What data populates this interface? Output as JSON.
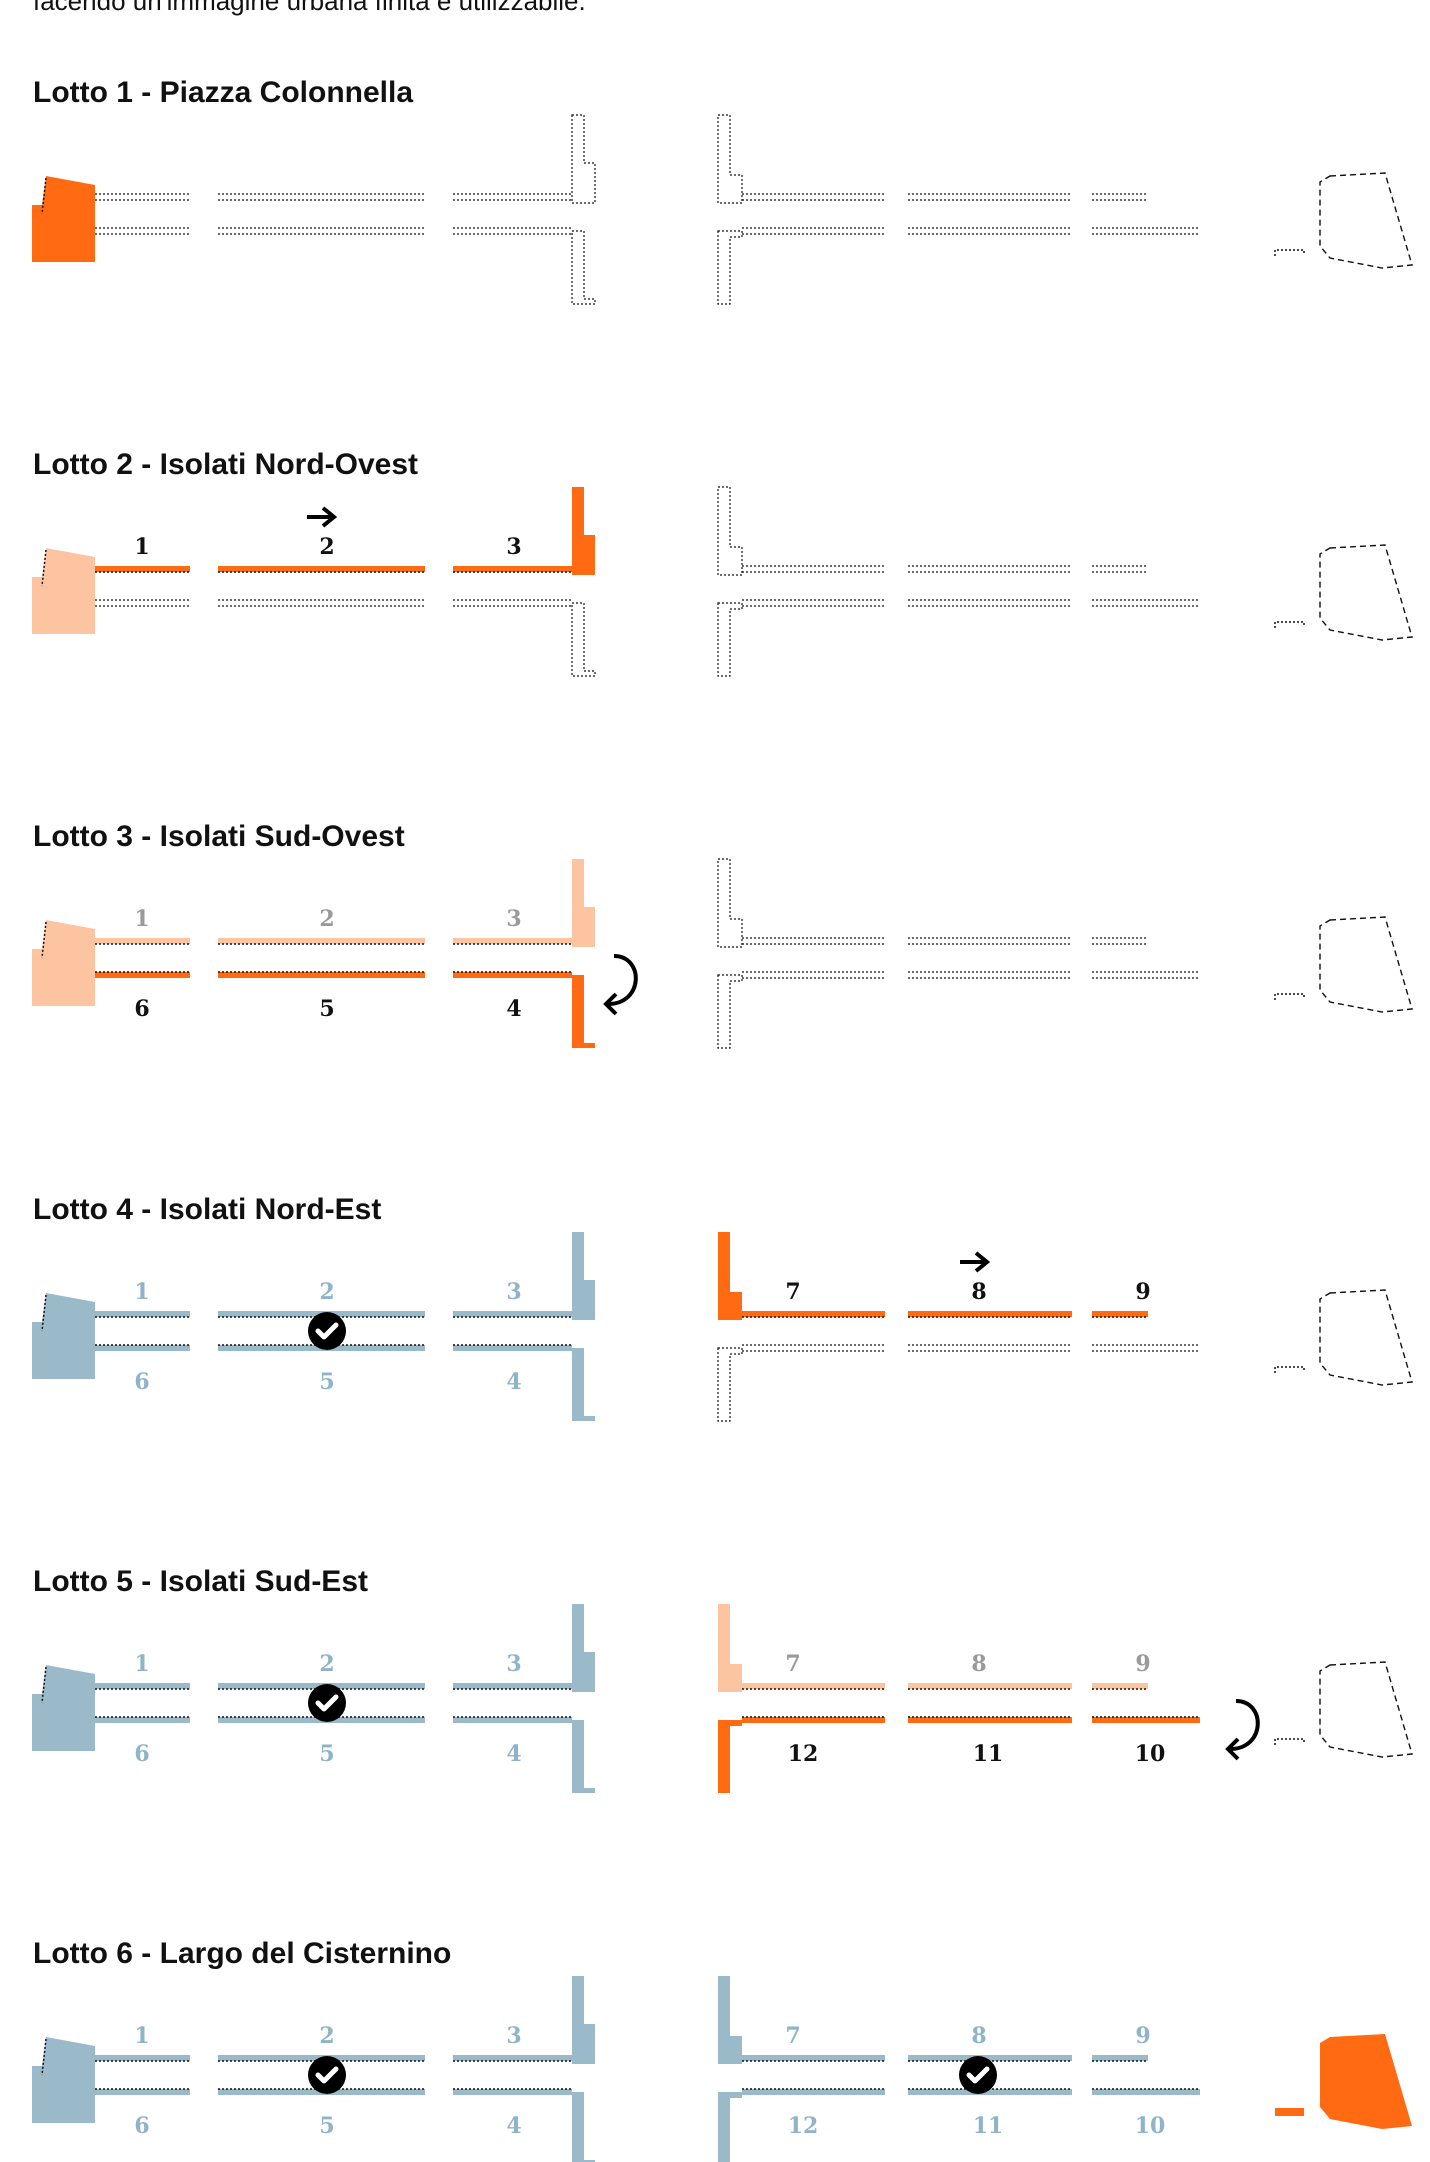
{
  "intro_text": "facendo un'immagine urbana finita e utilizzabile.",
  "colors": {
    "active": "#ff6a13",
    "previous": "#fdc4a2",
    "completed": "#9ab9c9",
    "outline": "#111111",
    "completed_label": "#8fb4c9",
    "previous_label": "#9a9a9a"
  },
  "lots": [
    {
      "title": "Lotto 1 - Piazza Colonnella",
      "labels": [],
      "arrow": "none",
      "completed_marks": []
    },
    {
      "title": "Lotto 2 - Isolati Nord-Ovest",
      "labels": [
        "1",
        "2",
        "3"
      ],
      "arrow": "right-arrow-icon",
      "completed_marks": []
    },
    {
      "title": "Lotto 3 - Isolati Sud-Ovest",
      "labels": [
        "1",
        "2",
        "3",
        "6",
        "5",
        "4"
      ],
      "arrow": "turn-arrow-icon",
      "completed_marks": []
    },
    {
      "title": "Lotto 4 - Isolati Nord-Est",
      "labels": [
        "1",
        "2",
        "3",
        "6",
        "5",
        "4",
        "7",
        "8",
        "9"
      ],
      "arrow": "right-arrow-icon",
      "completed_marks": [
        "checkmark-icon"
      ]
    },
    {
      "title": "Lotto 5 - Isolati Sud-Est",
      "labels": [
        "1",
        "2",
        "3",
        "6",
        "5",
        "4",
        "7",
        "8",
        "9",
        "12",
        "11",
        "10"
      ],
      "arrow": "turn-arrow-icon",
      "completed_marks": [
        "checkmark-icon"
      ]
    },
    {
      "title": "Lotto 6 - Largo del Cisternino",
      "labels": [
        "1",
        "2",
        "3",
        "6",
        "5",
        "4",
        "7",
        "8",
        "9",
        "12",
        "11",
        "10"
      ],
      "arrow": "none",
      "completed_marks": [
        "checkmark-icon",
        "checkmark-icon"
      ]
    }
  ]
}
